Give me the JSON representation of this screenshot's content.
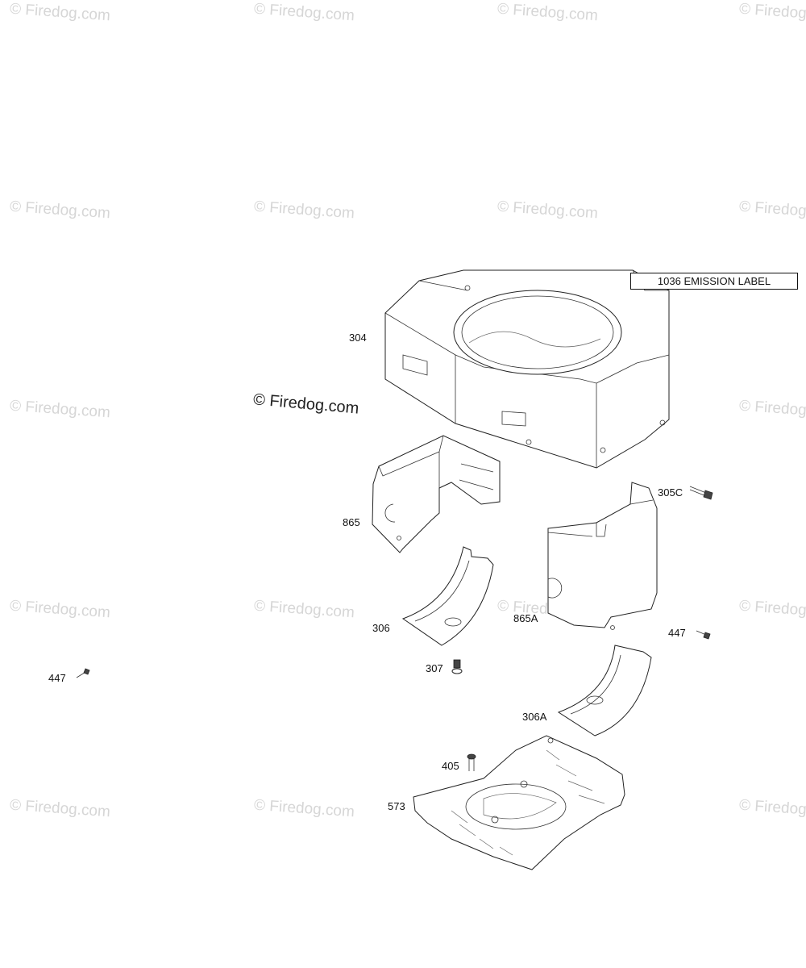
{
  "watermark": "© Firedog.com",
  "emission_label": "1036 EMISSION LABEL",
  "callouts": {
    "p304": "304",
    "p865": "865",
    "p306": "306",
    "p307": "307",
    "p305c": "305C",
    "p865a": "865A",
    "p447_right": "447",
    "p447_left": "447",
    "p306a": "306A",
    "p405": "405",
    "p573": "573"
  }
}
